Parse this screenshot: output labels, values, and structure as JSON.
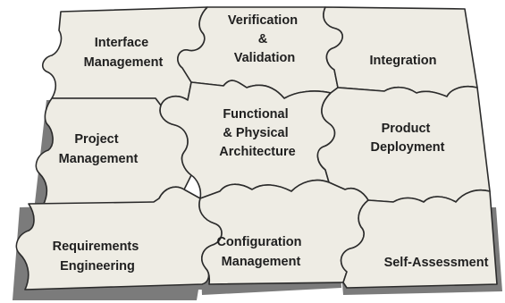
{
  "pieces": [
    {
      "id": "interface-management",
      "lines": [
        "Interface",
        "Management"
      ]
    },
    {
      "id": "verification-validation",
      "lines": [
        "Verification",
        "&",
        "Validation"
      ]
    },
    {
      "id": "integration",
      "lines": [
        "Integration"
      ]
    },
    {
      "id": "project-management",
      "lines": [
        "Project",
        "Management"
      ]
    },
    {
      "id": "functional-physical-architecture",
      "lines": [
        "Functional",
        "& Physical",
        "Architecture"
      ]
    },
    {
      "id": "product-deployment",
      "lines": [
        "Product",
        "Deployment"
      ]
    },
    {
      "id": "requirements-engineering",
      "lines": [
        "Requirements",
        "Engineering"
      ]
    },
    {
      "id": "configuration-management",
      "lines": [
        "Configuration",
        "Management"
      ]
    },
    {
      "id": "self-assessment",
      "lines": [
        "Self-Assessment"
      ]
    }
  ]
}
